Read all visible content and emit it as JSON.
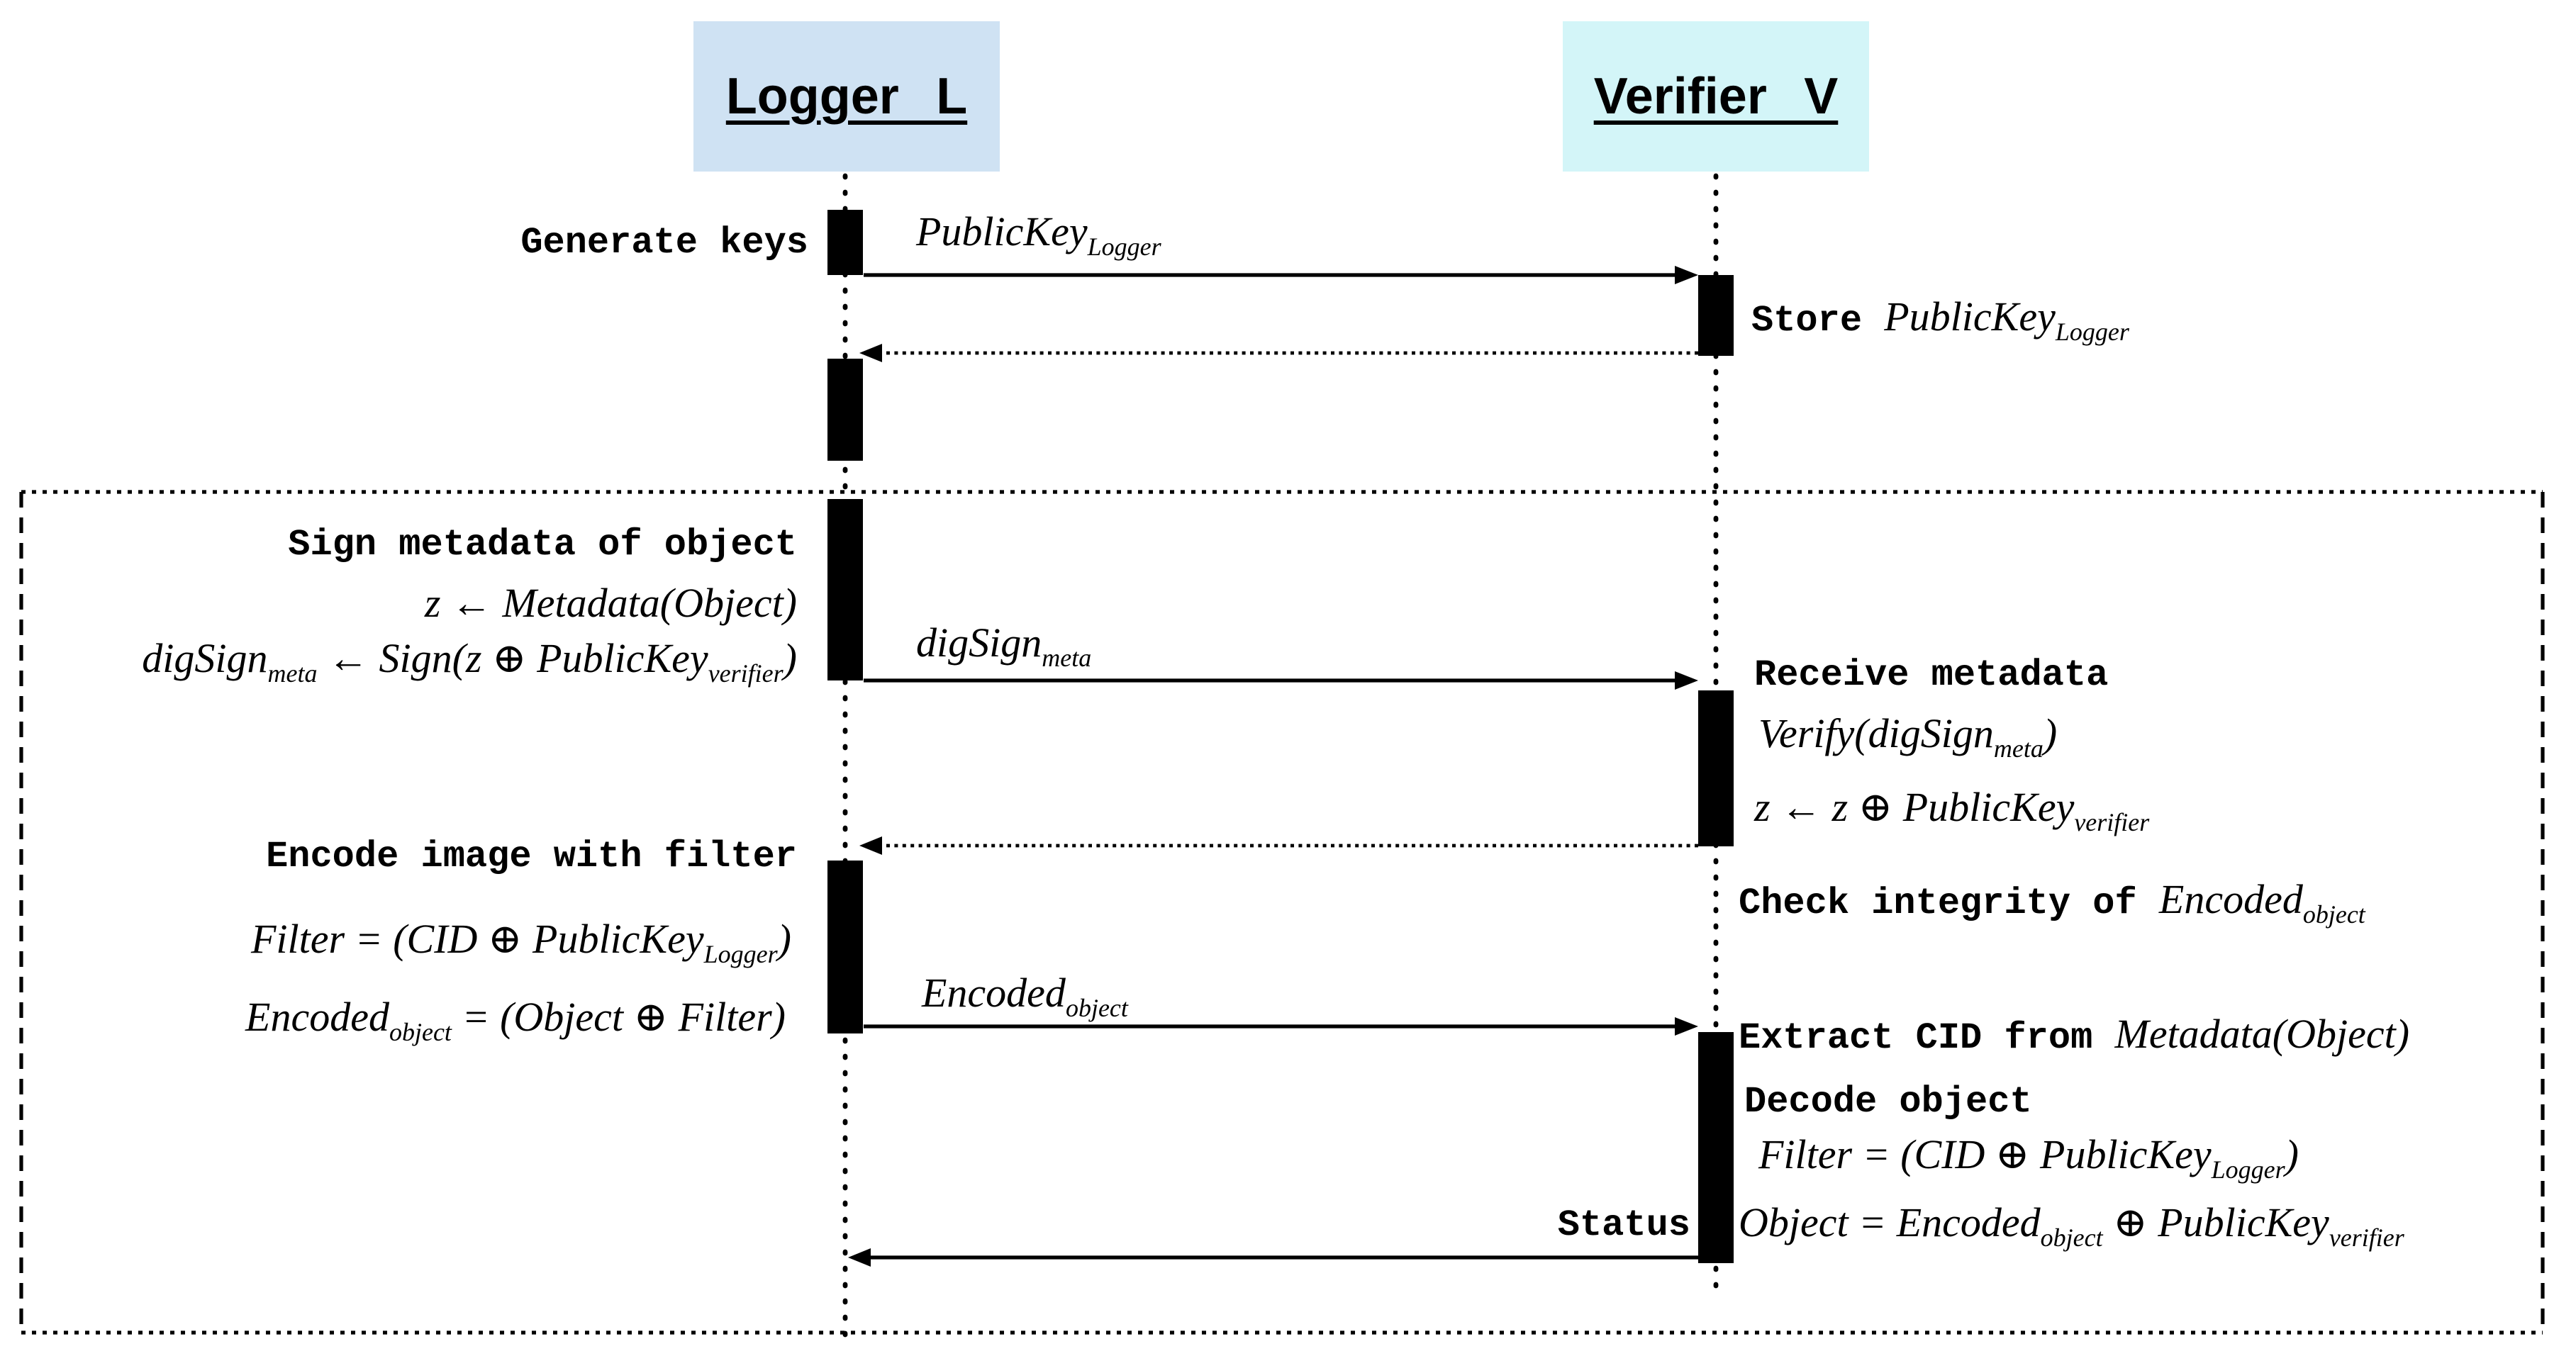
{
  "diagram": {
    "type": "sequence-diagram",
    "actors": [
      {
        "id": "logger",
        "label": "Logger L",
        "color": "#cfe2f3"
      },
      {
        "id": "verifier",
        "label": "Verifier V",
        "color": "#d3f5f8"
      }
    ],
    "colors": {
      "logger_box_fill": "#cfe2f3",
      "verifier_box_fill": "#d3f5f8",
      "line": "#000000",
      "background": "#ffffff"
    },
    "messages": [
      {
        "from": "logger",
        "to": "verifier",
        "line": "solid",
        "segments": [
          {
            "t": "PublicKey",
            "s": "i"
          },
          {
            "t": "Logger",
            "s": "sub"
          }
        ]
      },
      {
        "from": "verifier",
        "to": "logger",
        "line": "dotted",
        "segments": []
      },
      {
        "from": "logger",
        "to": "verifier",
        "line": "solid",
        "segments": [
          {
            "t": "digSign",
            "s": "i"
          },
          {
            "t": "meta",
            "s": "sub"
          }
        ]
      },
      {
        "from": "verifier",
        "to": "logger",
        "line": "dotted",
        "segments": []
      },
      {
        "from": "logger",
        "to": "verifier",
        "line": "solid",
        "segments": [
          {
            "t": "Encoded",
            "s": "i"
          },
          {
            "t": "object",
            "s": "sub"
          }
        ]
      },
      {
        "from": "verifier",
        "to": "logger",
        "line": "solid",
        "segments": [
          {
            "t": "Status",
            "s": "m"
          }
        ]
      }
    ],
    "annotations_left": [
      {
        "id": "generate-keys",
        "segments": [
          {
            "t": "Generate keys",
            "s": "m"
          }
        ]
      },
      {
        "id": "sign-metadata",
        "segments": [
          {
            "t": "Sign metadata of object",
            "s": "m"
          }
        ]
      },
      {
        "id": "z-metadata",
        "segments": [
          {
            "t": "z ← Metadata(Object)",
            "s": "i"
          }
        ]
      },
      {
        "id": "digsign-formula",
        "segments": [
          {
            "t": "digSign",
            "s": "i"
          },
          {
            "t": "meta",
            "s": "sub"
          },
          {
            "t": " ← Sign(z ⊕ PublicKey",
            "s": "i"
          },
          {
            "t": "verifier",
            "s": "sub"
          },
          {
            "t": ")",
            "s": "i"
          }
        ]
      },
      {
        "id": "encode-image",
        "segments": [
          {
            "t": "Encode image with filter",
            "s": "m"
          }
        ]
      },
      {
        "id": "filter-formula",
        "segments": [
          {
            "t": "Filter = (CID ⊕ PublicKey",
            "s": "i"
          },
          {
            "t": "Logger",
            "s": "sub"
          },
          {
            "t": ")",
            "s": "i"
          }
        ]
      },
      {
        "id": "encoded-formula",
        "segments": [
          {
            "t": "Encoded",
            "s": "i"
          },
          {
            "t": "object",
            "s": "sub"
          },
          {
            "t": " = (Object ⊕ Filter)",
            "s": "i"
          }
        ]
      }
    ],
    "annotations_right": [
      {
        "id": "store-publickey",
        "segments": [
          {
            "t": "Store ",
            "s": "m"
          },
          {
            "t": "PublicKey",
            "s": "i"
          },
          {
            "t": "Logger",
            "s": "sub"
          }
        ]
      },
      {
        "id": "receive-metadata",
        "segments": [
          {
            "t": "Receive metadata",
            "s": "m"
          }
        ]
      },
      {
        "id": "verify-digsign",
        "segments": [
          {
            "t": "Verify(digSign",
            "s": "i"
          },
          {
            "t": "meta",
            "s": "sub"
          },
          {
            "t": ")",
            "s": "i"
          }
        ]
      },
      {
        "id": "z-xor-publickey",
        "segments": [
          {
            "t": "z ← z ⊕ PublicKey",
            "s": "i"
          },
          {
            "t": "verifier",
            "s": "sub"
          }
        ]
      },
      {
        "id": "check-integrity",
        "segments": [
          {
            "t": "Check integrity of ",
            "s": "m"
          },
          {
            "t": "Encoded",
            "s": "i"
          },
          {
            "t": "object",
            "s": "sub"
          }
        ]
      },
      {
        "id": "extract-cid",
        "segments": [
          {
            "t": "Extract CID from ",
            "s": "m"
          },
          {
            "t": "Metadata(Object)",
            "s": "i"
          }
        ]
      },
      {
        "id": "decode-object",
        "segments": [
          {
            "t": "Decode object",
            "s": "m"
          }
        ]
      },
      {
        "id": "filter-formula-2",
        "segments": [
          {
            "t": "Filter = (CID ⊕ PublicKey",
            "s": "i"
          },
          {
            "t": "Logger",
            "s": "sub"
          },
          {
            "t": ")",
            "s": "i"
          }
        ]
      },
      {
        "id": "object-formula",
        "segments": [
          {
            "t": "Object = Encoded",
            "s": "i"
          },
          {
            "t": "object",
            "s": "sub"
          },
          {
            "t": " ⊕ PublicKey",
            "s": "i"
          },
          {
            "t": "verifier",
            "s": "sub"
          }
        ]
      }
    ]
  }
}
